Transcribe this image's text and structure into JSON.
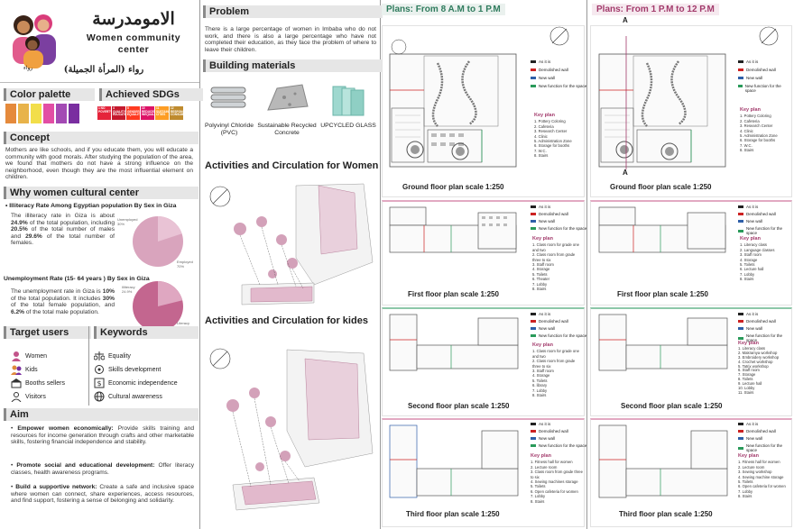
{
  "header": {
    "arabic_title": "الامومدرسة",
    "title_line1": "Women community",
    "title_line2": "center",
    "logo_text": "رواء",
    "subtitle_ar": "رواء (المرأة الجميلة)"
  },
  "color_palette": {
    "title": "Color palette",
    "colors": [
      "#e58a3c",
      "#e8b34a",
      "#f2de4a",
      "#e24ea4",
      "#a34ab4",
      "#7a2ea0"
    ]
  },
  "sdgs": {
    "title": "Achieved SDGs",
    "items": [
      {
        "num": "1",
        "label": "NO POVERTY",
        "color": "#e5243b"
      },
      {
        "num": "4",
        "label": "QUALITY EDUCATION",
        "color": "#c5192d"
      },
      {
        "num": "5",
        "label": "GENDER EQUALITY",
        "color": "#ff3a21"
      },
      {
        "num": "10",
        "label": "REDUCED INEQUALITIES",
        "color": "#dd1367"
      },
      {
        "num": "11",
        "label": "SUSTAINABLE CITIES",
        "color": "#fd9d24"
      },
      {
        "num": "12",
        "label": "RESPONSIBLE CONSUMPTION",
        "color": "#bf8b2e"
      }
    ]
  },
  "concept": {
    "title": "Concept",
    "text": "Mothers are like schools, and if you educate them, you will educate a community with good morals. After studying the population of the area, we found that mothers do not have a strong influence on the neighborhood, even though they are the most influential element on children."
  },
  "why": {
    "title": "Why women cultural center",
    "illiteracy_title": "Illiteracy Rate Among Egyptian population By Sex in Giza",
    "illiteracy_text_a": "The illiteracy rate in Giza is about ",
    "illiteracy_pct1": "24.9%",
    "illiteracy_text_b": " of the total population, including ",
    "illiteracy_pct2": "20.5%",
    "illiteracy_text_c": " of the total number of males and ",
    "illiteracy_pct3": "29.6%",
    "illiteracy_text_d": " of the total number of females.",
    "pie1_label_a": "Unemployed",
    "pie1_label_a_val": "30%",
    "pie1_label_b": "Employed",
    "pie1_label_b_val": "70%",
    "unemp_title": "Unemployment Rate (15- 64 years ) By Sex in Giza",
    "unemp_text_a": "The unemployment rate in Giza is ",
    "unemp_pct1": "10%",
    "unemp_text_b": " of the total population. It includes ",
    "unemp_pct2": "30%",
    "unemp_text_c": " of the total female population, and ",
    "unemp_pct3": "6.2%",
    "unemp_text_d": " of the total male population.",
    "pie2_label_a": "Illiteracy",
    "pie2_label_a_val": "24.9%",
    "pie2_label_b": "Literacy",
    "pie2_label_b_val": "75.1%"
  },
  "target_users": {
    "title": "Target users",
    "items": [
      "Women",
      "Kids",
      "Booths sellers",
      "Visitors"
    ]
  },
  "keywords": {
    "title": "Keywords",
    "items": [
      "Equality",
      "Skills development",
      "Economic independence",
      "Cultural awareness"
    ]
  },
  "aim": {
    "title": "Aim",
    "items": [
      {
        "bold": "Empower women economically:",
        "text": " Provide skills training and resources for income generation through crafts and other marketable skills, fostering financial independence and stability."
      },
      {
        "bold": "Promote social and educational development:",
        "text": " Offer literacy classes, health awareness programs."
      },
      {
        "bold": "Build a supportive network:",
        "text": " Create a safe and inclusive space where women can connect, share experiences, access resources, and find support, fostering a sense of belonging and solidarity."
      }
    ]
  },
  "problem": {
    "title": "Problem",
    "text": "There is a large percentage of women in Imbaba who do not work, and there is also a large percentage who have not completed their education, as they face the problem of where to leave their children."
  },
  "materials": {
    "title": "Building materials",
    "items": [
      "Polyvinyl Chloride (PVC)",
      "Sustainable Recycled Concrete",
      "UPCYCLED GLASS"
    ]
  },
  "activities_women": {
    "title": "Activities and Circulation for Women"
  },
  "activities_kids": {
    "title": "Activities and Circulation for kides"
  },
  "plans": {
    "left_title": "Plans: From 8 A.M to 1 P.M",
    "right_title": "Plans: From 1 P.M to 12 P.M",
    "section_marker": "A",
    "legend": {
      "as_it_is": "As it is",
      "demolished": "Demolished wall",
      "new_wall": "New wall",
      "new_function": "New function for the space"
    },
    "key_plan_title": "Key plan",
    "floors": [
      {
        "caption": "Ground floor plan scale 1:250",
        "left_key": [
          "1. Pottery Coloring",
          "2. Cafeteria",
          "3. Research Center",
          "4. Clinic",
          "5. Administration Zone",
          "6. Storage for booths",
          "7. W.C.",
          "8. Stairs"
        ],
        "right_key": [
          "1. Pottery Coloring",
          "2. Cafeteria",
          "3. Research Center",
          "4. Clinic",
          "5. Administration Zone",
          "6. Storage for booths",
          "7. W.C.",
          "8. Stairs"
        ]
      },
      {
        "caption": "First floor plan scale 1:250",
        "left_key": [
          "1. Class room for grade one and two",
          "2. Class room from grade three to six",
          "3. Staff room",
          "4. Storage",
          "5. Toilets",
          "6. Theater",
          "7. Lobby",
          "8. Stairs"
        ],
        "right_key": [
          "1. Literacy class",
          "2. Language classes",
          "3. Staff room",
          "4. Storage",
          "5. Toilets",
          "6. Lecture hall",
          "7. Lobby",
          "8. Stairs"
        ]
      },
      {
        "caption": "Second floor plan scale 1:250",
        "left_key": [
          "1. Class room for grade one and two",
          "2. Class room from grade three to six",
          "3. Staff room",
          "4. Storage",
          "5. Toilets",
          "6. library",
          "7. Lobby",
          "8. Stairs"
        ],
        "right_key": [
          "1. Literacy class",
          "2. Makramya workshop",
          "3. Embroidery workshop",
          "4. Crochet workshop",
          "5. Tatrix workshop",
          "6. Staff room",
          "7. Storage",
          "8. Toilets",
          "9. Lecture hall",
          "10. Lobby",
          "11. Stairs"
        ]
      },
      {
        "caption": "Third  floor plan scale 1:250",
        "left_key": [
          "1. Fitness hall for women",
          "2. Lecture room",
          "3. Class room from grade three to six",
          "4. Sewing machines storage",
          "5. Toilets",
          "6. Open cafeteria for women",
          "7. Lobby",
          "8. Stairs"
        ],
        "right_key": [
          "1. Fitness hall for women",
          "2. Lecture room",
          "3. Sewing workshop",
          "4. Sewing machine storage",
          "5. Toilets",
          "6. Open cafeteria for women",
          "7. Lobby",
          "8. Stairs"
        ]
      }
    ]
  }
}
